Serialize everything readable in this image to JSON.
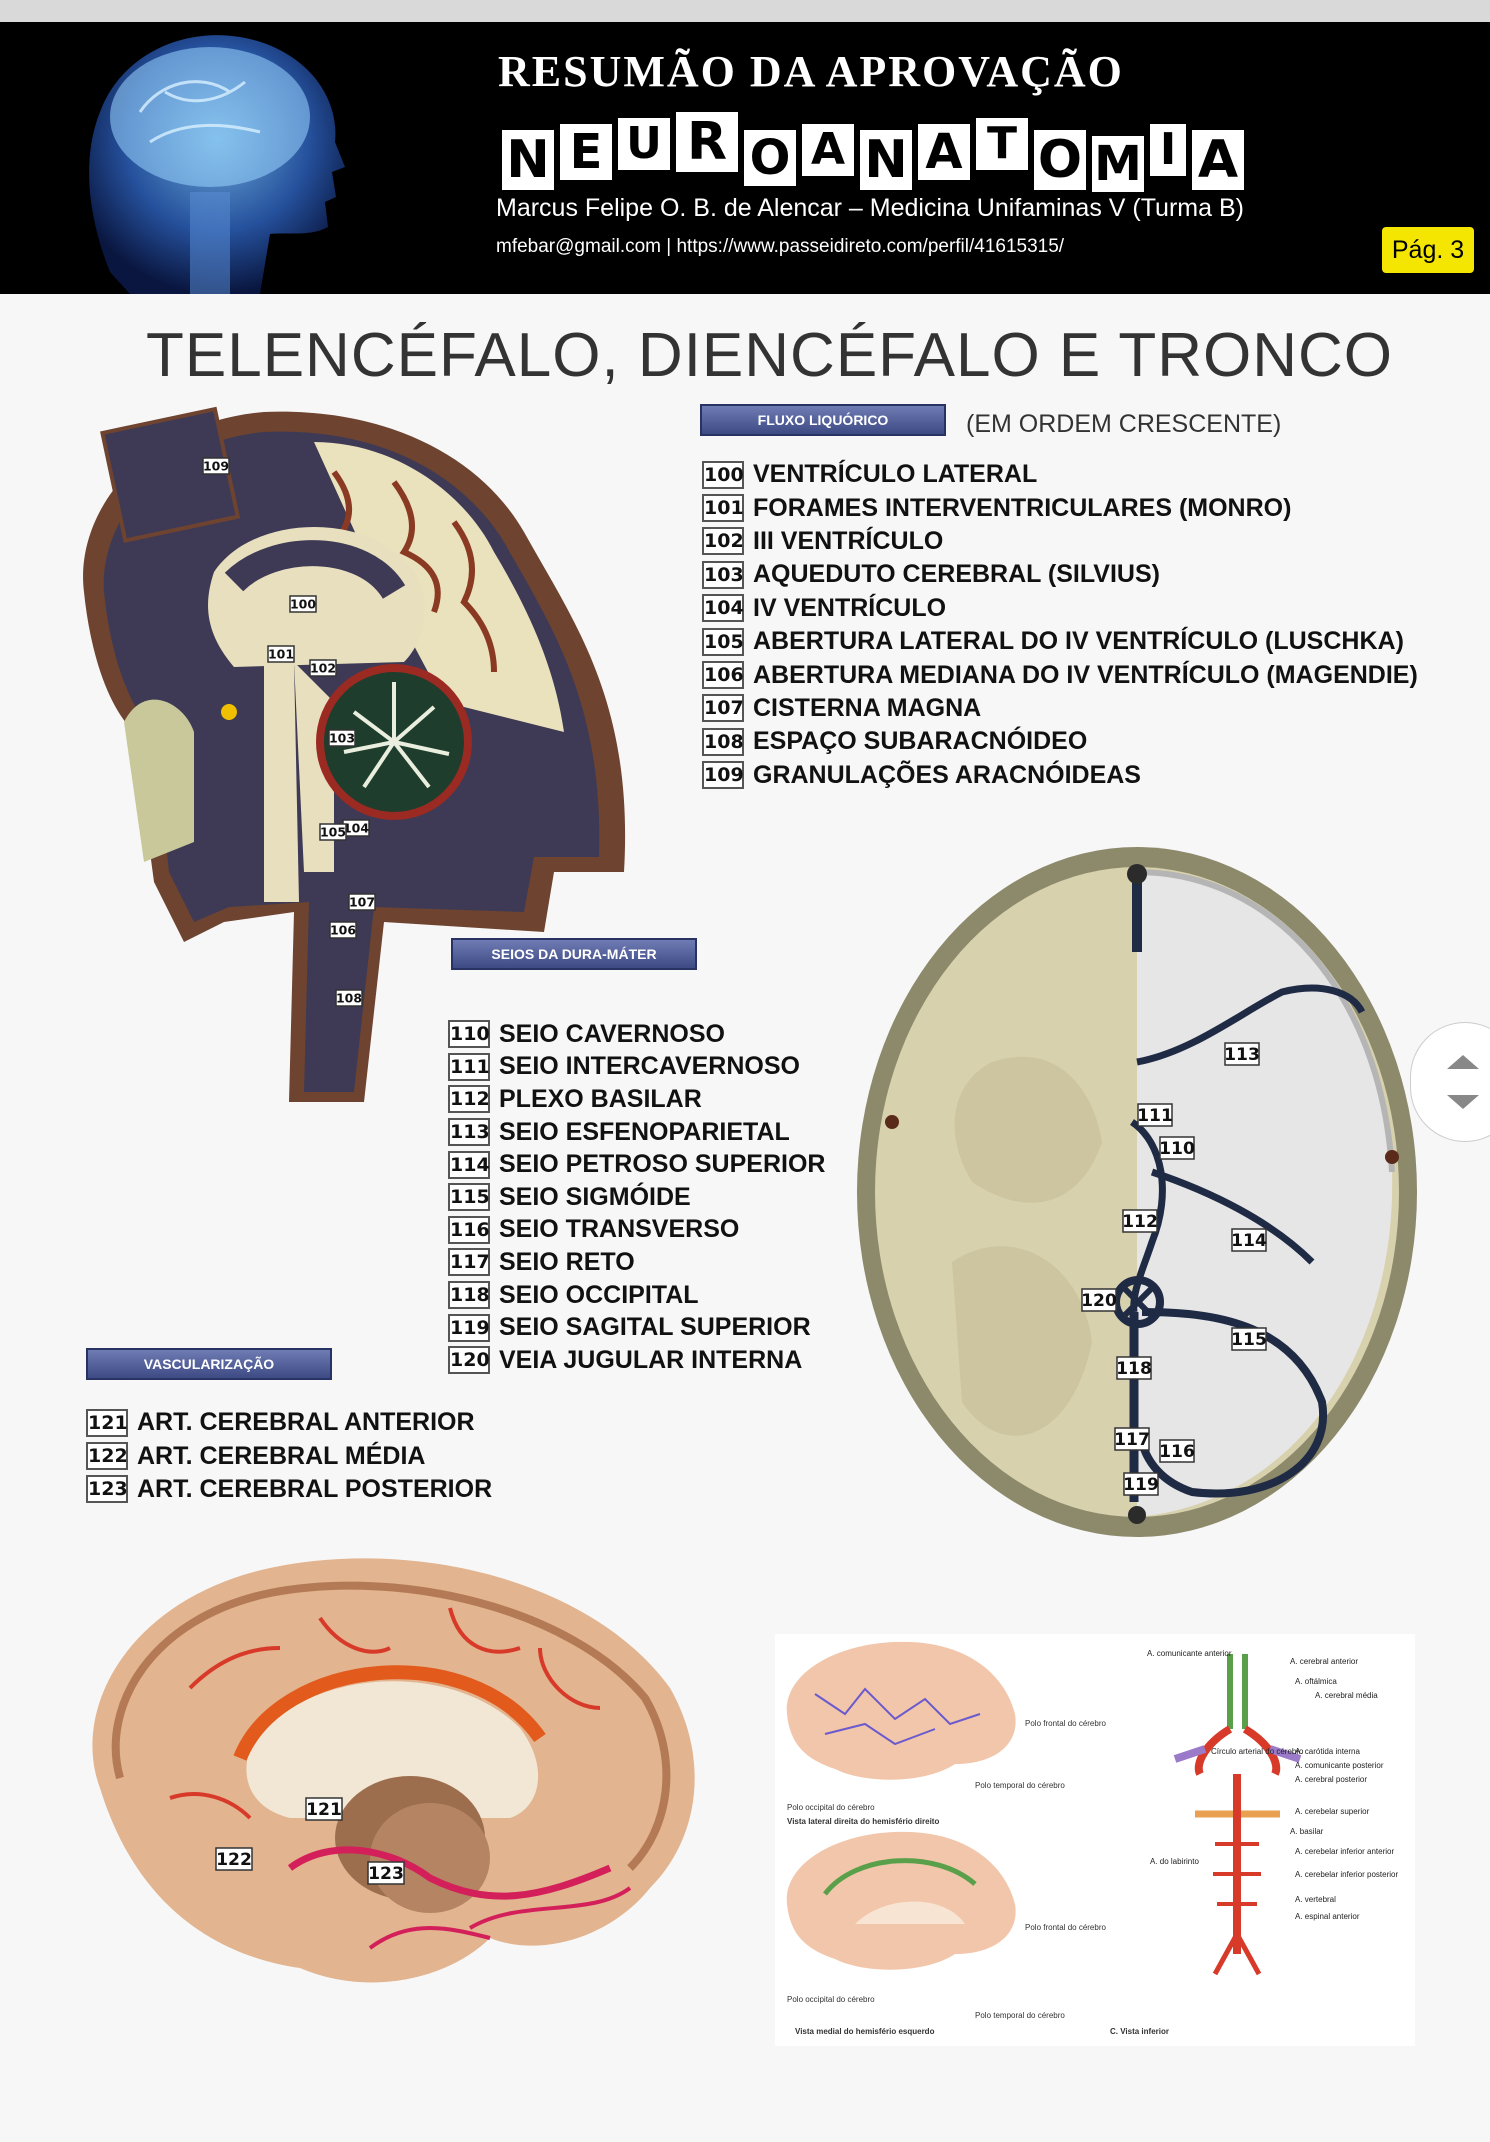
{
  "header": {
    "kicker": "RESUMÃO DA APROVAÇÃO",
    "title_letters": [
      "N",
      "E",
      "U",
      "R",
      "O",
      "A",
      "N",
      "A",
      "T",
      "O",
      "M",
      "I",
      "A"
    ],
    "author": "Marcus Felipe O. B. de Alencar – Medicina Unifaminas V (Turma B)",
    "contact": "mfebar@gmail.com   |   https://www.passeidireto.com/perfil/41615315/",
    "page": "Pág. 3"
  },
  "title": "TELENCÉFALO, DIENCÉFALO E TRONCO",
  "fluxo": {
    "tag": "FLUXO LIQUÓRICO",
    "note": "(EM ORDEM CRESCENTE)",
    "items": [
      {
        "num": "100",
        "label": "VENTRÍCULO LATERAL"
      },
      {
        "num": "101",
        "label": "FORAMES INTERVENTRICULARES (MONRO)"
      },
      {
        "num": "102",
        "label": "III VENTRÍCULO"
      },
      {
        "num": "103",
        "label": "AQUEDUTO CEREBRAL (SILVIUS)"
      },
      {
        "num": "104",
        "label": "IV VENTRÍCULO"
      },
      {
        "num": "105",
        "label": "ABERTURA LATERAL DO IV VENTRÍCULO (LUSCHKA)"
      },
      {
        "num": "106",
        "label": "ABERTURA MEDIANA DO IV VENTRÍCULO (MAGENDIE)"
      },
      {
        "num": "107",
        "label": "CISTERNA MAGNA"
      },
      {
        "num": "108",
        "label": "ESPAÇO SUBARACNÓIDEO"
      },
      {
        "num": "109",
        "label": "GRANULAÇÕES ARACNÓIDEAS"
      }
    ]
  },
  "seios": {
    "tag": "SEIOS DA DURA-MÁTER",
    "items": [
      {
        "num": "110",
        "label": "SEIO CAVERNOSO"
      },
      {
        "num": "111",
        "label": "SEIO INTERCAVERNOSO"
      },
      {
        "num": "112",
        "label": "PLEXO BASILAR"
      },
      {
        "num": "113",
        "label": "SEIO ESFENOPARIETAL"
      },
      {
        "num": "114",
        "label": "SEIO PETROSO SUPERIOR"
      },
      {
        "num": "115",
        "label": "SEIO SIGMÓIDE"
      },
      {
        "num": "116",
        "label": "SEIO TRANSVERSO"
      },
      {
        "num": "117",
        "label": "SEIO RETO"
      },
      {
        "num": "118",
        "label": "SEIO OCCIPITAL"
      },
      {
        "num": "119",
        "label": "SEIO SAGITAL SUPERIOR"
      },
      {
        "num": "120",
        "label": "VEIA JUGULAR INTERNA"
      }
    ]
  },
  "vasc": {
    "tag": "VASCULARIZAÇÃO",
    "items": [
      {
        "num": "121",
        "label": "ART. CEREBRAL ANTERIOR"
      },
      {
        "num": "122",
        "label": "ART. CEREBRAL MÉDIA"
      },
      {
        "num": "123",
        "label": "ART. CEREBRAL POSTERIOR"
      }
    ]
  },
  "figures": {
    "sagittal_markers": [
      "109",
      "100",
      "101",
      "102",
      "103",
      "104",
      "105",
      "107",
      "106",
      "108"
    ],
    "skull_markers": [
      "113",
      "111",
      "110",
      "112",
      "114",
      "120",
      "115",
      "118",
      "117",
      "116",
      "119"
    ],
    "brain_markers": [
      "121",
      "122",
      "123"
    ],
    "atlas": {
      "lateral_caption": "Vista lateral direita do hemisfério direito",
      "medial_caption": "Vista medial do hemisfério esquerdo",
      "inferior_caption": "C. Vista inferior",
      "polo_frontal": "Polo frontal do cérebro",
      "polo_occipital": "Polo occipital do cérebro",
      "polo_temporal": "Polo temporal do cérebro",
      "labels": [
        "A. comunicante anterior",
        "A. cerebral anterior",
        "A. oftálmica",
        "A. cerebral média",
        "Círculo arterial do cérebro",
        "A. carótida interna",
        "A. comunicante posterior",
        "A. cerebral posterior",
        "A. cerebelar superior",
        "A. basilar",
        "A. do labirinto",
        "A. cerebelar inferior anterior",
        "A. cerebelar inferior posterior",
        "A. vertebral",
        "A. espinal anterior"
      ]
    }
  },
  "colors": {
    "header_bg": "#000000",
    "page_badge": "#f4e600",
    "tag_blue": "#4a5690",
    "artery_red": "#d83a2a",
    "sinus_navy": "#1f2a44"
  }
}
